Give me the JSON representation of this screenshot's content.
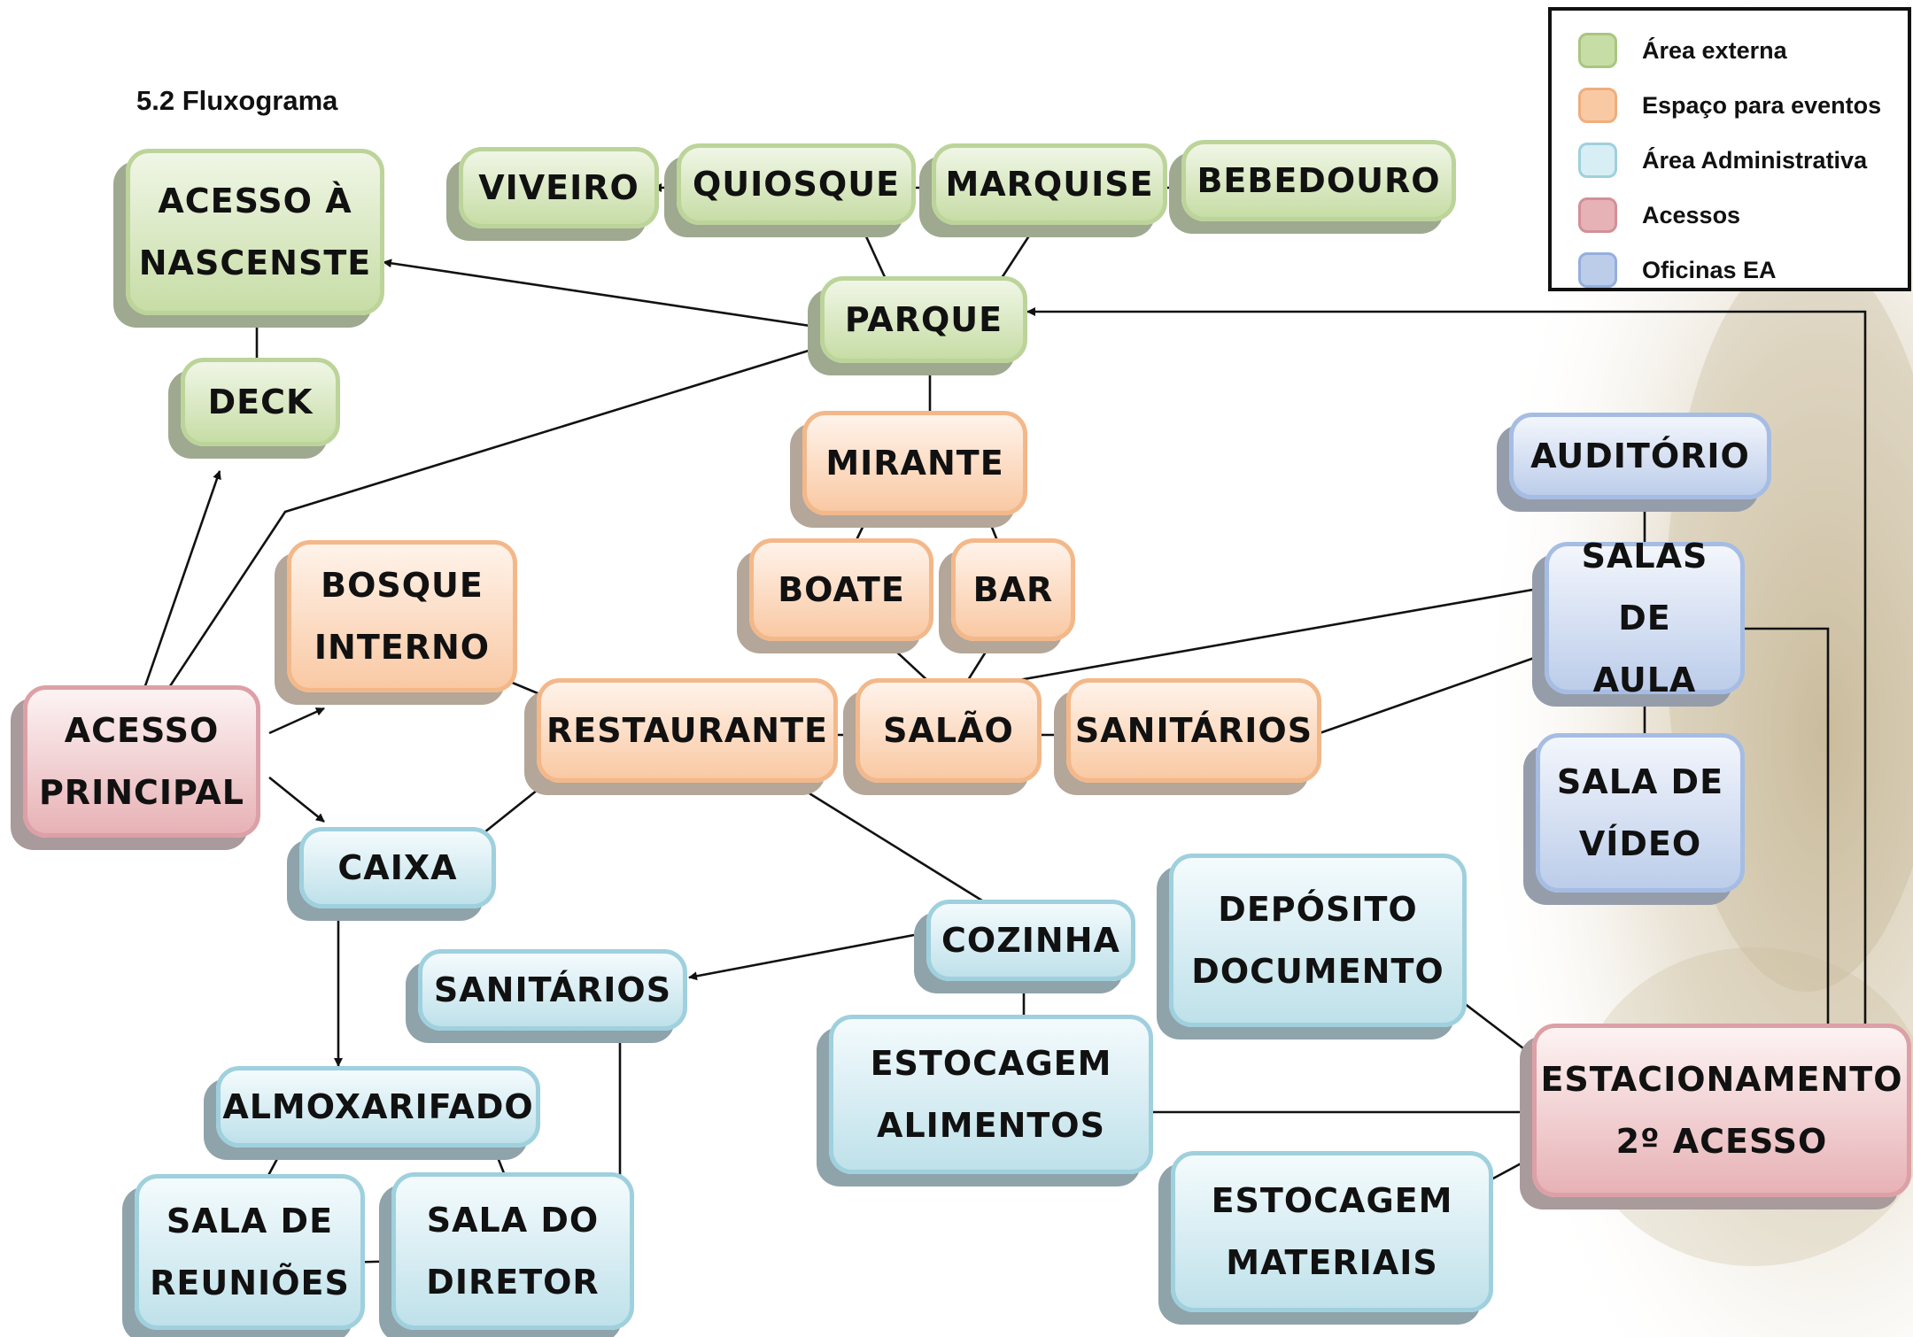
{
  "title": "5.2 Fluxograma",
  "legend": [
    {
      "label": "Área externa",
      "color": "#c7dda6"
    },
    {
      "label": "Espaço para eventos",
      "color": "#f9c9a4"
    },
    {
      "label": "Área Administrativa",
      "color": "#bfe1ea"
    },
    {
      "label": "Acessos",
      "color": "#e7b2b6"
    },
    {
      "label": "Oficinas EA",
      "color": "#bccdea"
    }
  ],
  "nodes": {
    "acesso_nascente": "ACESSO À\nNASCENSTE",
    "viveiro": "VIVEIRO",
    "quiosque": "QUIOSQUE",
    "marquise": "MARQUISE",
    "bebedouro": "BEBEDOURO",
    "parque": "PARQUE",
    "deck": "DECK",
    "mirante": "MIRANTE",
    "boate": "BOATE",
    "bar": "BAR",
    "auditorio": "AUDITÓRIO",
    "bosque": "BOSQUE\nINTERNO",
    "salas_aula": "SALAS DE\nAULA",
    "acesso_principal": "ACESSO\nPRINCIPAL",
    "restaurante": "RESTAURANTE",
    "salao": "SALÃO",
    "sanitarios_eventos": "SANITÁRIOS",
    "sala_video": "SALA DE\nVÍDEO",
    "caixa": "CAIXA",
    "deposito": "DEPÓSITO\nDOCUMENTO",
    "cozinha": "COZINHA",
    "sanitarios_admin": "SANITÁRIOS",
    "estocagem_alimentos": "ESTOCAGEM\nALIMENTOS",
    "estacionamento": "ESTACIONAMENTO\n2º ACESSO",
    "almoxarifado": "ALMOXARIFADO",
    "sala_reunioes": "SALA DE\nREUNIÕES",
    "sala_diretor": "SALA DO\nDIRETOR",
    "estocagem_materiais": "ESTOCAGEM\nMATERIAIS"
  }
}
